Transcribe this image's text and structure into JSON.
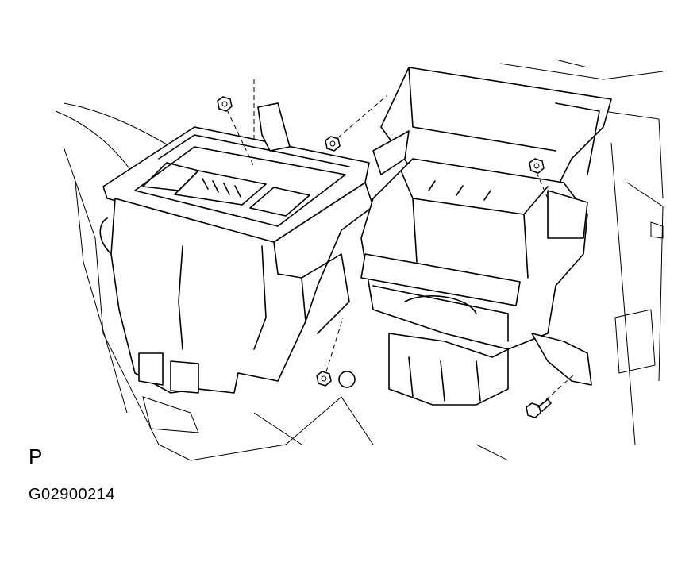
{
  "figure": {
    "view_letter": "P",
    "figure_code": "G02900214"
  },
  "parts": [
    {
      "name": "nut",
      "count": 4
    },
    {
      "name": "bolt",
      "count": 1
    }
  ]
}
